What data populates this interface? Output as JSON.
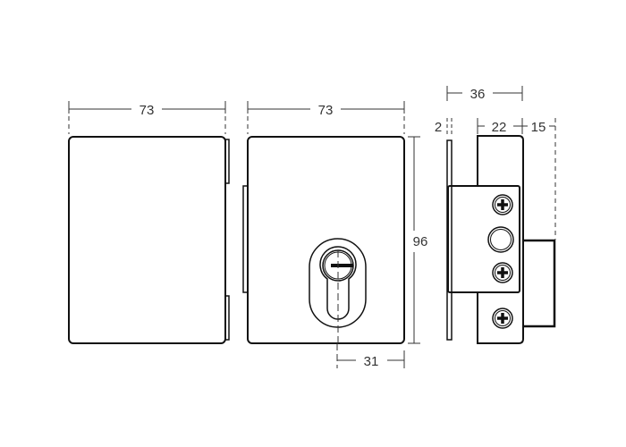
{
  "dimensions": {
    "left_width": "73",
    "front_width": "73",
    "height": "96",
    "cylinder_offset": "31",
    "side_depth": "36",
    "plate_thickness": "2",
    "body_depth": "22",
    "latch_projection": "15"
  },
  "colors": {
    "line": "#111111",
    "dim": "#333333"
  }
}
